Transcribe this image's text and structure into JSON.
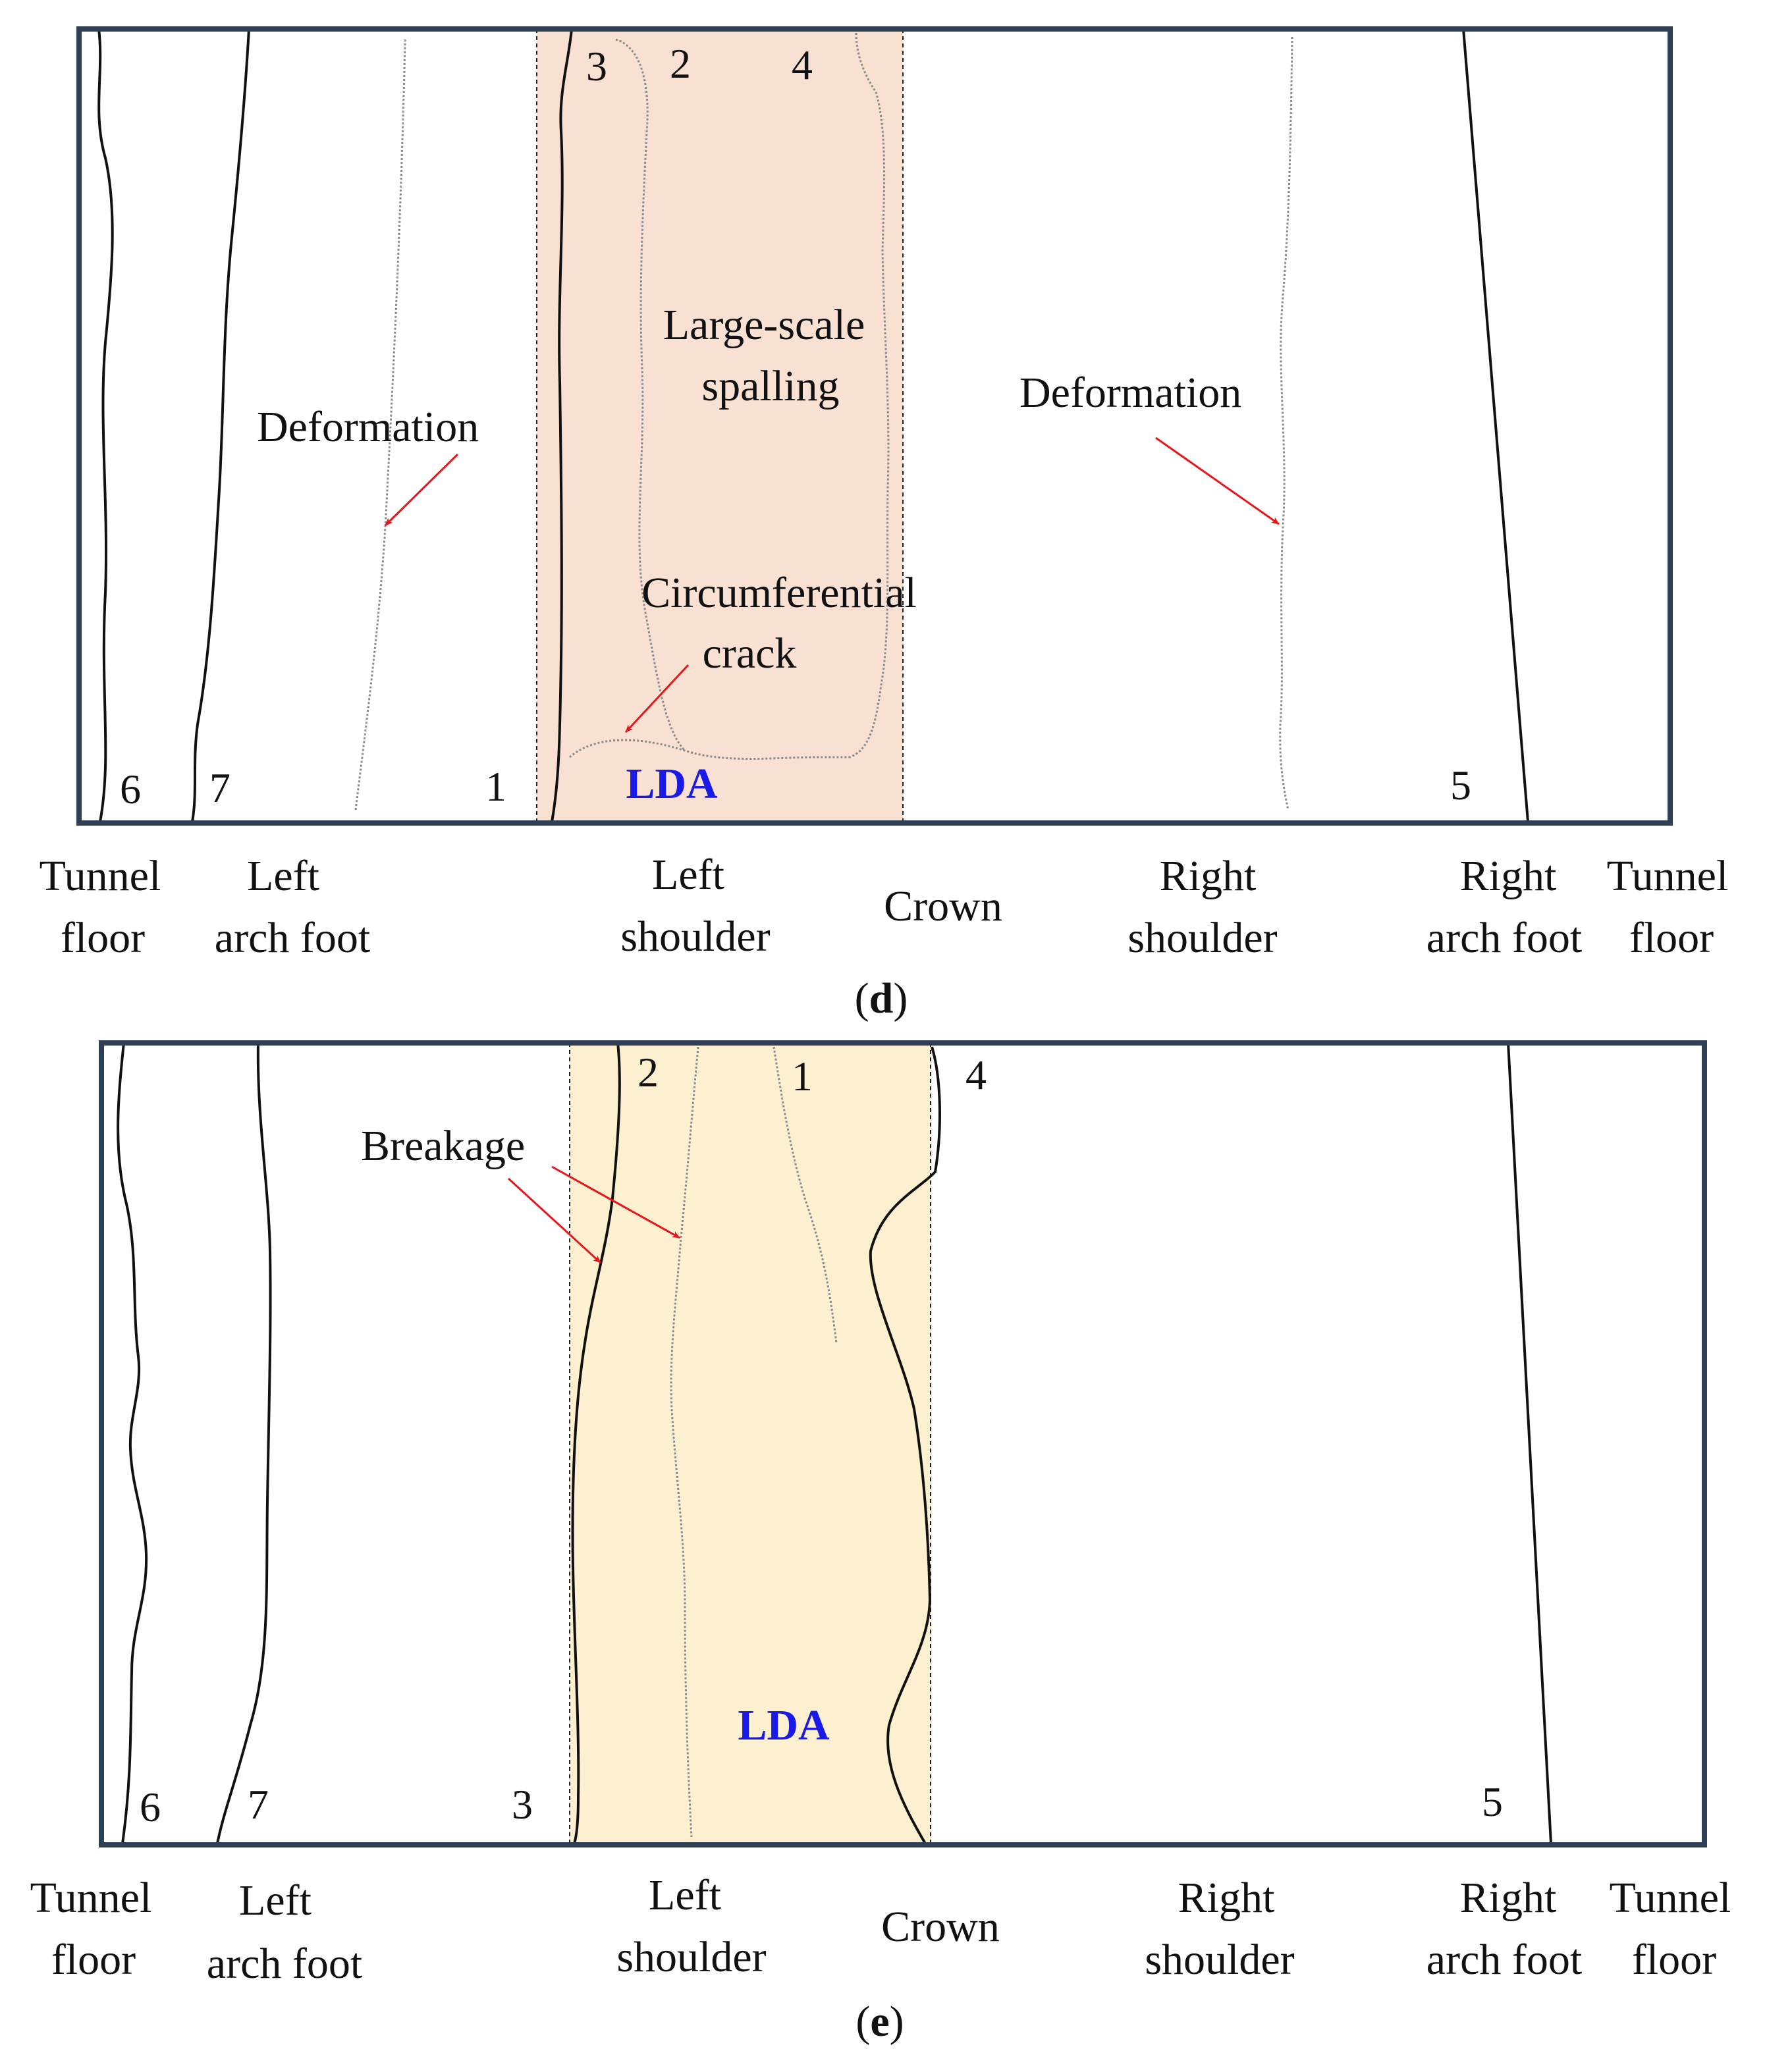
{
  "panels": [
    {
      "caption_letter": "d",
      "border_color": "#2e3e55",
      "lda_fill": "#f8e1d3",
      "lda_label": "LDA",
      "crack_numbers": [
        "3",
        "2",
        "4",
        "6",
        "7",
        "1",
        "5"
      ],
      "annotations": {
        "deformation_left": "Deformation",
        "deformation_right": "Deformation",
        "spalling_line1": "Large-scale",
        "spalling_line2": "spalling",
        "circ_line1": "Circumferential",
        "circ_line2": "crack"
      },
      "positions": {
        "tunnel_floor_left": [
          "Tunnel",
          "floor"
        ],
        "left_arch_foot": [
          "Left",
          "arch foot"
        ],
        "left_shoulder": [
          "Left",
          "shoulder"
        ],
        "crown": "Crown",
        "right_shoulder": [
          "Right",
          "shoulder"
        ],
        "right_arch_foot": [
          "Right",
          "arch foot"
        ],
        "tunnel_floor_right": [
          "Tunnel",
          "floor"
        ]
      }
    },
    {
      "caption_letter": "e",
      "border_color": "#2e3e55",
      "lda_fill": "#fdf0d0",
      "lda_label": "LDA",
      "crack_numbers": [
        "2",
        "1",
        "4",
        "6",
        "7",
        "3",
        "5"
      ],
      "annotations": {
        "breakage": "Breakage"
      },
      "positions": {
        "tunnel_floor_left": [
          "Tunnel",
          "floor"
        ],
        "left_arch_foot": [
          "Left",
          "arch foot"
        ],
        "left_shoulder": [
          "Left",
          "shoulder"
        ],
        "crown": "Crown",
        "right_shoulder": [
          "Right",
          "shoulder"
        ],
        "right_arch_foot": [
          "Right",
          "arch foot"
        ],
        "tunnel_floor_right": [
          "Tunnel",
          "floor"
        ]
      }
    }
  ],
  "colors": {
    "crack_solid": "#111111",
    "crack_faint": "#8a8a8a",
    "arrow": "#e8161a"
  }
}
